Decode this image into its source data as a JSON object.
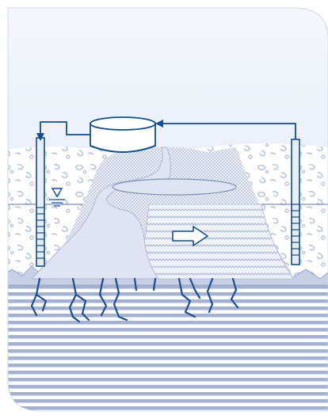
{
  "diagram": {
    "colors": {
      "sky": "#dfe8f6",
      "panel": "#ffffff",
      "line": "#0f4f8f",
      "plume": "#dfe4f2",
      "plume_stroke": "#a9b6d6",
      "bedrock_stripe": "#9aa8cc",
      "soil_pattern": "#b7c3e0",
      "arrow_fill": "#ffffff"
    },
    "elements": [
      "treatment-tank",
      "extraction-well-left",
      "injection-well-right",
      "contaminant-plume",
      "groundwater-flow-arrow",
      "water-table-symbol",
      "bedrock-fractures"
    ],
    "icons": {
      "water_table": "water-table-triangle-icon",
      "flow": "flow-direction-arrow-icon"
    }
  }
}
